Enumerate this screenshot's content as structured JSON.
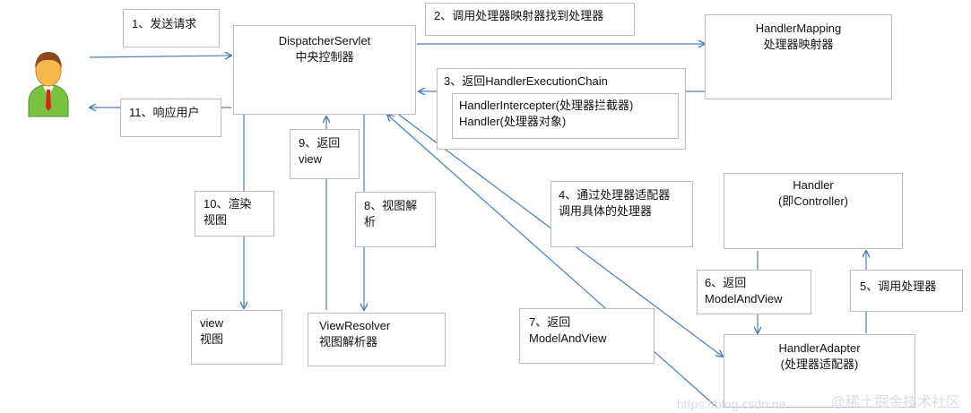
{
  "user": {
    "icon": "user-avatar-icon"
  },
  "boxes": {
    "dispatcher": {
      "line1": "DispatcherServlet",
      "line2": "中央控制器"
    },
    "handler_mapping": {
      "line1": "HandlerMapping",
      "line2": "处理器映射器"
    },
    "execution_chain": {
      "line1": "HandlerIntercepter(处理器拦截器)",
      "line2": "Handler(处理器对象)"
    },
    "handler": {
      "line1": "Handler",
      "line2": "(即Controller)"
    },
    "handler_adapter": {
      "line1": "HandlerAdapter",
      "line2": "(处理器适配器)"
    },
    "view_resolver": {
      "line1": "ViewResolver",
      "line2": "视图解析器"
    },
    "view": {
      "line1": "view",
      "line2": "视图"
    }
  },
  "steps": {
    "s1": {
      "line1": "1、发送请求"
    },
    "s2": {
      "line1": "2、调用处理器映射器找到处理器"
    },
    "s3": {
      "line1": "3、返回HandlerExecutionChain"
    },
    "s4": {
      "line1": "4、通过处理器适配器",
      "line2": "调用具体的处理器"
    },
    "s5": {
      "line1": "5、调用处理器"
    },
    "s6": {
      "line1": "6、返回",
      "line2": "ModelAndView"
    },
    "s7": {
      "line1": "7、返回",
      "line2": "ModelAndView"
    },
    "s8": {
      "line1": "8、视图解",
      "line2": "析"
    },
    "s9": {
      "line1": "9、返回",
      "line2": "view"
    },
    "s10": {
      "line1": "10、渲染",
      "line2": "视图"
    },
    "s11": {
      "line1": "11、响应用户"
    }
  },
  "watermark": {
    "text": "@稀土掘金技术社区",
    "url_fragment": "https://blog.csdn.ne"
  },
  "colors": {
    "arrow": "#4a7ebb",
    "box_border": "#bdbdbd"
  }
}
